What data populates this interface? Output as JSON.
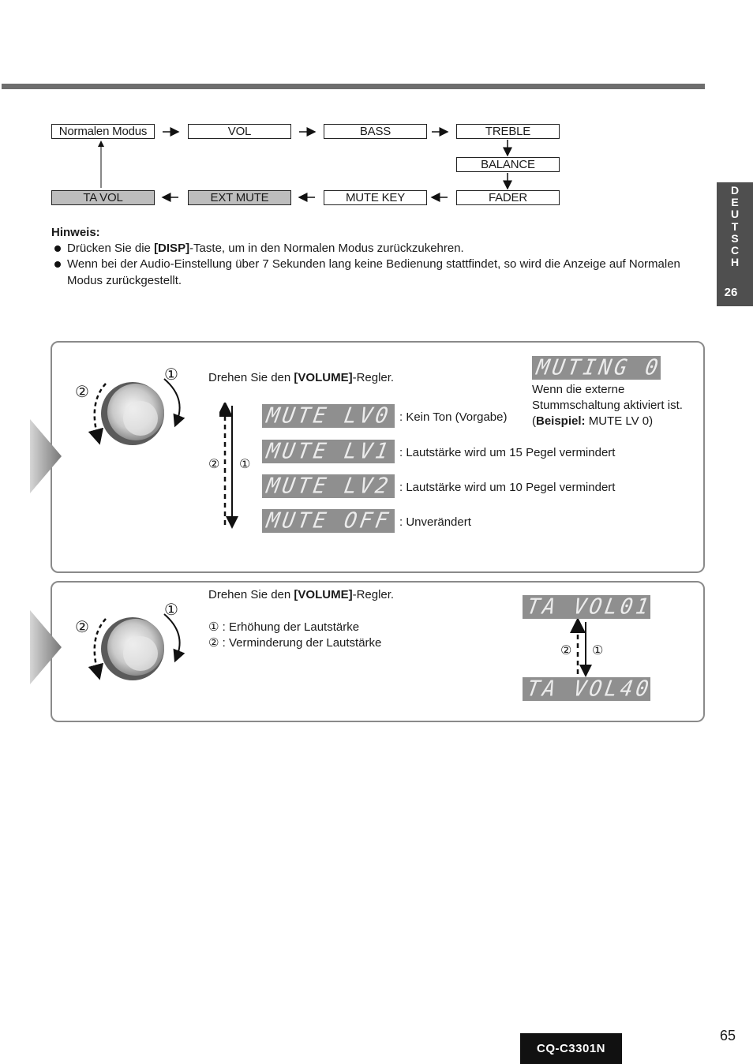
{
  "flow": {
    "normal": "Normalen Modus",
    "vol": "VOL",
    "bass": "BASS",
    "treble": "TREBLE",
    "balance": "BALANCE",
    "fader": "FADER",
    "mute_key": "MUTE KEY",
    "ext_mute": "EXT MUTE",
    "ta_vol": "TA VOL"
  },
  "note": {
    "title": "Hinweis:",
    "line1_a": "Drücken Sie die ",
    "line1_b": "[DISP]",
    "line1_c": "-Taste, um in den Normalen Modus zurückzukehren.",
    "line2": "Wenn bei der Audio-Einstellung über 7 Sekunden lang keine Bedienung stattfindet, so wird die Anzeige auf Normalen",
    "line3": "Modus zurückgestellt."
  },
  "sidetab": {
    "letters": [
      "D",
      "E",
      "U",
      "T",
      "S",
      "C",
      "H"
    ],
    "page": "26"
  },
  "panel1": {
    "instr_a": "Drehen Sie den ",
    "instr_b": "[VOLUME]",
    "instr_c": "-Regler.",
    "knob_cw": "①",
    "knob_ccw": "②",
    "arrow_up_label": "②",
    "arrow_down_label": "①",
    "muting_display": "MUTING 0",
    "ext_note1": "Wenn die externe",
    "ext_note2": "Stummschaltung aktiviert ist.",
    "ext_note3_a": "(",
    "ext_note3_b": "Beispiel:",
    "ext_note3_c": "  MUTE LV 0)",
    "levels": [
      {
        "display": "MUTE LV0",
        "desc": ": Kein Ton (Vorgabe)"
      },
      {
        "display": "MUTE LV1",
        "desc": ": Lautstärke wird um 15 Pegel vermindert"
      },
      {
        "display": "MUTE LV2",
        "desc": ": Lautstärke wird um 10 Pegel vermindert"
      },
      {
        "display": "MUTE OFF",
        "desc": ": Unverändert"
      }
    ]
  },
  "panel2": {
    "instr_a": "Drehen Sie den ",
    "instr_b": "[VOLUME]",
    "instr_c": "-Regler.",
    "knob_cw": "①",
    "knob_ccw": "②",
    "inc": "① : Erhöhung der Lautstärke",
    "dec": "② : Verminderung der Lautstärke",
    "display_top": "TA VOL01",
    "display_bottom": "TA VOL40",
    "arrow_left_label": "②",
    "arrow_right_label": "①"
  },
  "footer": {
    "model": "CQ-C3301N",
    "page": "65"
  }
}
